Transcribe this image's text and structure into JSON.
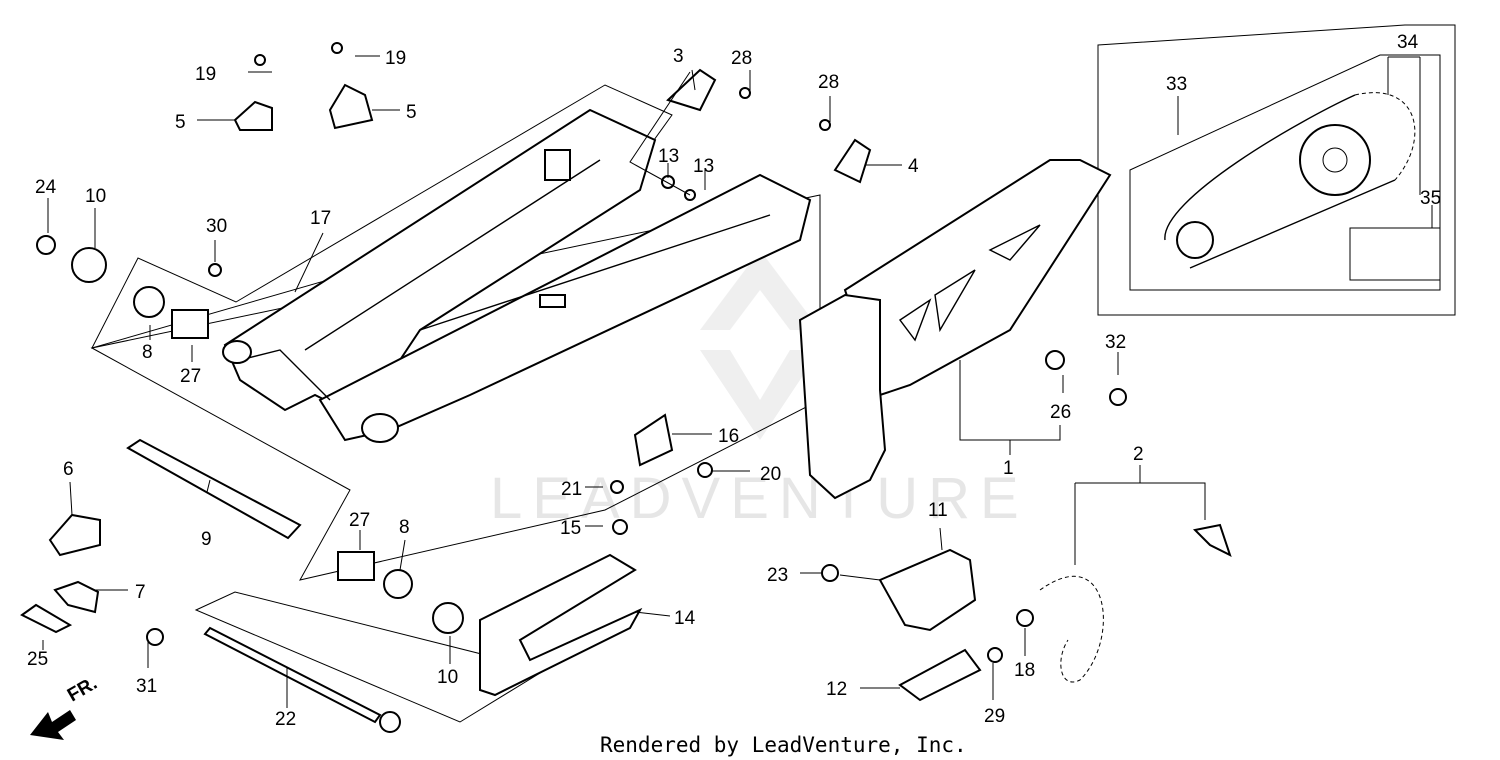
{
  "watermark": "LEADVENTURE",
  "credit": "Rendered by LeadVenture, Inc.",
  "front_marker": "FR.",
  "callouts": {
    "c1": "1",
    "c2": "2",
    "c3": "3",
    "c4": "4",
    "c5a": "5",
    "c5b": "5",
    "c6": "6",
    "c7": "7",
    "c8a": "8",
    "c8b": "8",
    "c9": "9",
    "c10a": "10",
    "c10b": "10",
    "c11": "11",
    "c12": "12",
    "c13a": "13",
    "c13b": "13",
    "c14": "14",
    "c15": "15",
    "c16": "16",
    "c17": "17",
    "c18": "18",
    "c19a": "19",
    "c19b": "19",
    "c20": "20",
    "c21": "21",
    "c22": "22",
    "c23": "23",
    "c24": "24",
    "c25": "25",
    "c26": "26",
    "c27a": "27",
    "c27b": "27",
    "c28a": "28",
    "c28b": "28",
    "c29": "29",
    "c30": "30",
    "c31": "31",
    "c32": "32",
    "c33": "33",
    "c34": "34",
    "c35": "35"
  }
}
